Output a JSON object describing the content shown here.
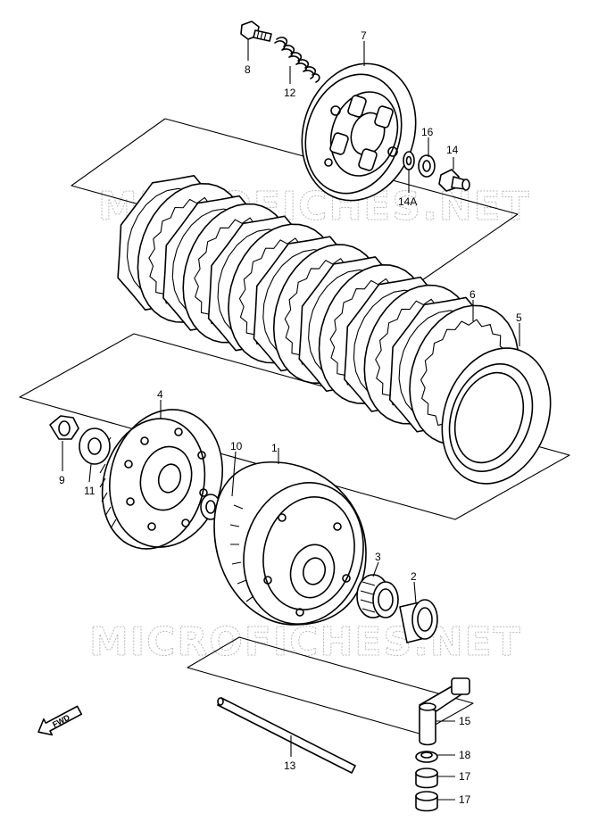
{
  "diagram": {
    "watermark": "MICROFICHES.NET",
    "direction_label": "FWD",
    "callouts": [
      "1",
      "2",
      "3",
      "4",
      "5",
      "6",
      "7",
      "8",
      "9",
      "10",
      "11",
      "12",
      "13",
      "14",
      "14A",
      "15",
      "16",
      "17",
      "17",
      "18"
    ]
  }
}
